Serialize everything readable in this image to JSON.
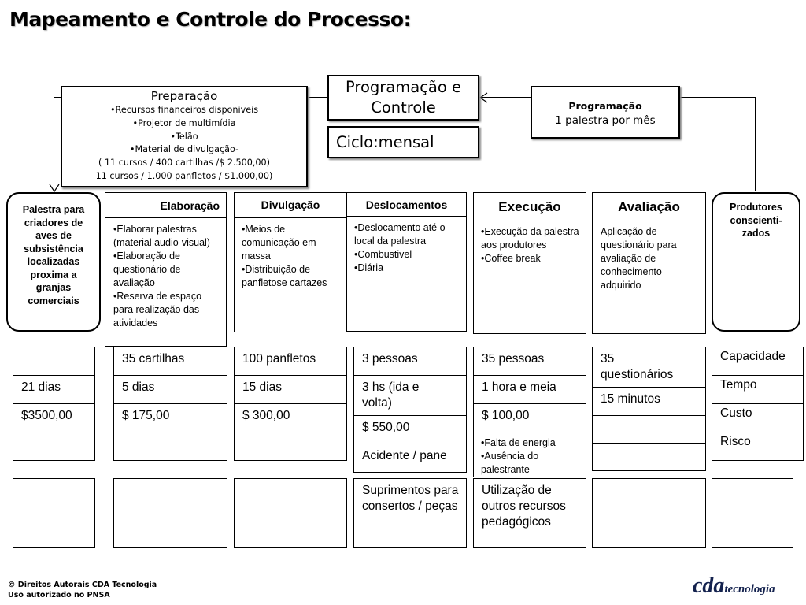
{
  "title": "Mapeamento e Controle do Processo:",
  "top": {
    "preparacao": {
      "heading": "Preparação",
      "items": [
        "•Recursos financeiros disponiveis",
        "•Projetor de multimídia",
        "•Telão",
        "•Material de divulgação-",
        "( 11 cursos / 400 cartilhas /$ 2.500,00)",
        "11 cursos / 1.000 panfletos / $1.000,00)"
      ]
    },
    "programacao_controle": "Programação e Controle",
    "ciclo": "Ciclo:mensal",
    "programacao": {
      "heading": "Programação",
      "text": "1 palestra por mês"
    }
  },
  "left_box": "Palestra para criadores de aves de subsistência localizadas proxima a granjas comerciais",
  "right_box": "Produtores conscienti-zados",
  "stages": [
    {
      "heading": "Elaboração",
      "items": [
        "•Elaborar palestras (material audio-visual)",
        "•Elaboração de questionário de avaliação",
        "•Reserva de espaço para realização das atividades"
      ]
    },
    {
      "heading": "Divulgação",
      "items": [
        "•Meios de comunicação em massa",
        "•Distribuição de panfletose cartazes"
      ]
    },
    {
      "heading": "Deslocamentos",
      "items": [
        "•Deslocamento até o local da palestra",
        "•Combustivel",
        "•Diária"
      ]
    },
    {
      "heading": "Execução",
      "items": [
        "•Execução da palestra aos produtores",
        "•Coffee break"
      ]
    },
    {
      "heading": "Avaliação",
      "items": [
        "Aplicação de questionário para avaliação de conhecimento adquirido"
      ]
    }
  ],
  "grid": {
    "col1": [
      "",
      "21 dias",
      "$3500,00",
      ""
    ],
    "col2": [
      "35 cartilhas",
      "5 dias",
      "$ 175,00",
      ""
    ],
    "col3": [
      "100 panfletos",
      "15 dias",
      "$ 300,00",
      ""
    ],
    "col4": [
      "3 pessoas",
      "3 hs (ida e volta)",
      "$ 550,00",
      "Acidente / pane"
    ],
    "col5": [
      "35 pessoas",
      "1 hora e meia",
      "$ 100,00"
    ],
    "col5_risk": [
      "•Falta de energia",
      "•Ausência do palestrante"
    ],
    "col6": [
      "35 questionários",
      "15 minutos",
      "",
      ""
    ],
    "legend": [
      "Capacidade",
      "Tempo",
      "Custo",
      "Risco"
    ]
  },
  "bottom": [
    "",
    "",
    "",
    "Suprimentos para consertos / peças",
    "Utilização de outros recursos pedagógicos",
    "",
    ""
  ],
  "footer": {
    "line1": "© Direitos Autorais CDA Tecnologia",
    "line2": "Uso autorizado no PNSA"
  },
  "logo": {
    "big": "cda",
    "small": "tecnologia"
  }
}
